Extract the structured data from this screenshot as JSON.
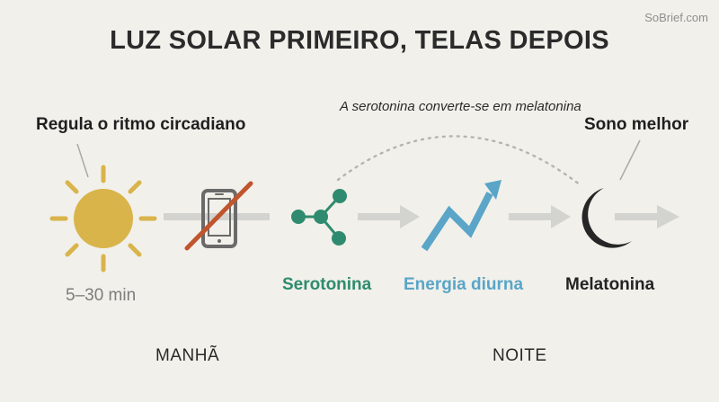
{
  "watermark": "SoBrief.com",
  "title": "LUZ SOLAR PRIMEIRO, TELAS DEPOIS",
  "labels": {
    "circadian": "Regula o ritmo circadiano",
    "duration": "5–30 min",
    "serotonin": "Serotonina",
    "energy": "Energia diurna",
    "melatonin": "Melatonina",
    "conversion": "A serotonina converte-se em melatonina",
    "better_sleep": "Sono melhor",
    "morning": "MANHÃ",
    "night": "NOITE"
  },
  "icons": [
    "sun-icon",
    "phone-crossed-icon",
    "molecule-icon",
    "rising-arrow-icon",
    "moon-icon"
  ],
  "colors": {
    "background": "#f1f0ea",
    "sun": "#d9b44a",
    "serotonin": "#2e8b6f",
    "energy": "#5aa5c8",
    "strike": "#c0552e",
    "flow_arrow": "#d3d3d0",
    "dark": "#262626"
  }
}
